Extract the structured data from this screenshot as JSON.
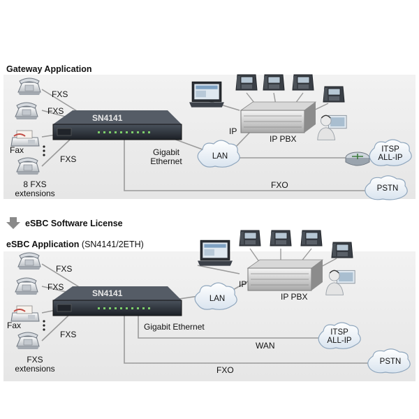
{
  "top": {
    "heading": "Gateway Application",
    "fxs1": "FXS",
    "fxs2": "FXS",
    "fxs3": "FXS",
    "fax": "Fax",
    "extensions_line1": "8 FXS",
    "extensions_line2": "extensions",
    "device_label": "SN4141",
    "gigabit_line1": "Gigabit",
    "gigabit_line2": "Ethernet",
    "lan": "LAN",
    "ip": "IP",
    "ip_pbx": "IP PBX",
    "itsp_line1": "ITSP",
    "itsp_line2": "ALL-IP",
    "fxo": "FXO",
    "pstn": "PSTN"
  },
  "license": {
    "label": "eSBC Software License"
  },
  "bottom": {
    "heading": "eSBC Application",
    "heading_sub": "(SN4141/2ETH)",
    "fxs1": "FXS",
    "fxs2": "FXS",
    "fxs3": "FXS",
    "fax": "Fax",
    "extensions_line1": "FXS",
    "extensions_line2": "extensions",
    "device_label": "SN4141",
    "gigabit": "Gigabit Ethernet",
    "lan": "LAN",
    "ip": "IP",
    "ip_pbx": "IP PBX",
    "wan": "WAN",
    "itsp_line1": "ITSP",
    "itsp_line2": "ALL-IP",
    "fxo": "FXO",
    "pstn": "PSTN"
  },
  "colors": {
    "panel": "#e9e9e9",
    "line": "#9a9a9a",
    "cloud_fill": "#eef3f8",
    "cloud_stroke": "#8fa6bd",
    "device": "#2a2f36",
    "arrow": "#8a8a8a"
  }
}
